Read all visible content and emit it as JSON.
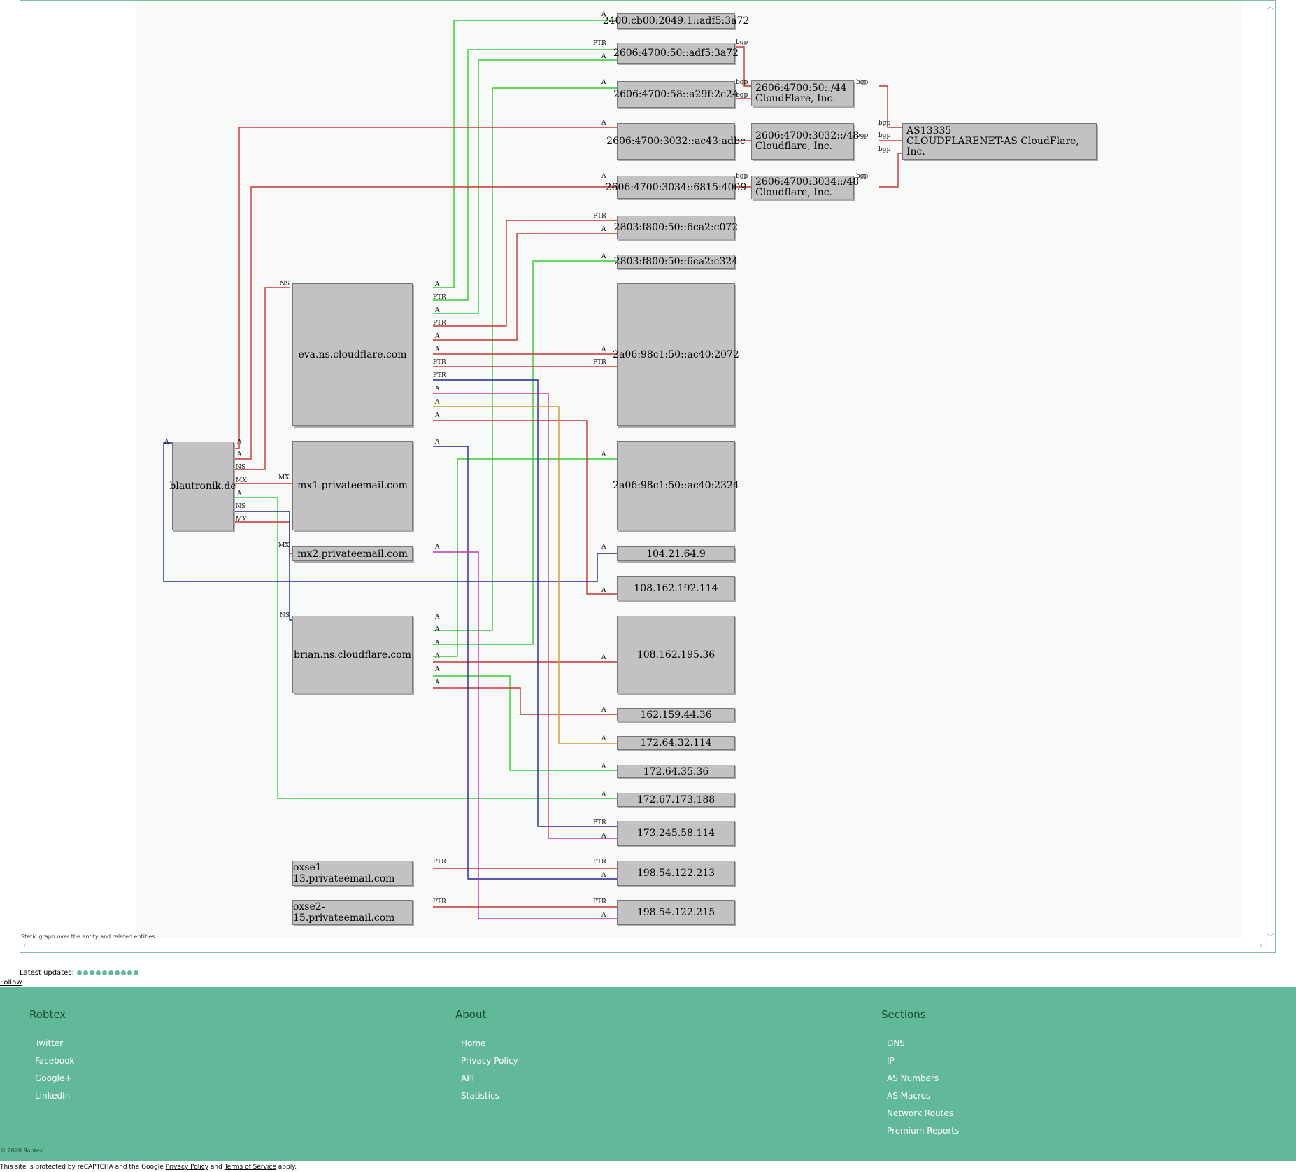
{
  "graph": {
    "caption": "Static graph over the entity and related entities",
    "nodes": {
      "blautronik": "blautronik.de",
      "eva": "eva.ns.cloudflare.com",
      "mx1": "mx1.privateemail.com",
      "mx2": "mx2.privateemail.com",
      "brian": "brian.ns.cloudflare.com",
      "oxse1": "oxse1-13.privateemail.com",
      "oxse2": "oxse2-15.privateemail.com",
      "ip_2400": "2400:cb00:2049:1::adf5:3a72",
      "ip_2606_50": "2606:4700:50::adf5:3a72",
      "ip_2606_58": "2606:4700:58::a29f:2c24",
      "ip_2606_3032": "2606:4700:3032::ac43:adbc",
      "ip_2606_3034": "2606:4700:3034::6815:4009",
      "ip_2803_c072": "2803:f800:50::6ca2:c072",
      "ip_2803_c324": "2803:f800:50::6ca2:c324",
      "ip_2a06_2072": "2a06:98c1:50::ac40:2072",
      "ip_2a06_2324": "2a06:98c1:50::ac40:2324",
      "ip_104": "104.21.64.9",
      "ip_108_192": "108.162.192.114",
      "ip_108_195": "108.162.195.36",
      "ip_162": "162.159.44.36",
      "ip_172_64_32": "172.64.32.114",
      "ip_172_64_35": "172.64.35.36",
      "ip_172_67": "172.67.173.188",
      "ip_173": "173.245.58.114",
      "ip_198_213": "198.54.122.213",
      "ip_198_215": "198.54.122.215",
      "net_44": [
        "2606:4700:50::/44",
        "CloudFlare, Inc."
      ],
      "net_3032": [
        "2606:4700:3032::/48",
        "Cloudflare, Inc."
      ],
      "net_3034": [
        "2606:4700:3034::/48",
        "Cloudflare, Inc."
      ],
      "as": [
        "AS13335",
        "CLOUDFLARENET-AS CloudFlare, Inc."
      ]
    },
    "edge_labels": {
      "a": "A",
      "ns": "NS",
      "mx": "MX",
      "ptr": "PTR",
      "bgp": "bgp"
    }
  },
  "updates": {
    "label": "Latest updates:",
    "dot_count": 10
  },
  "follow": "Follow",
  "footer": {
    "robtex": {
      "title": "Robtex",
      "links": [
        "Twitter",
        "Facebook",
        "Google+",
        "LinkedIn"
      ]
    },
    "about": {
      "title": "About",
      "links": [
        "Home",
        "Privacy Policy",
        "API",
        "Statistics"
      ]
    },
    "sections": {
      "title": "Sections",
      "links": [
        "DNS",
        "IP",
        "AS Numbers",
        "AS Macros",
        "Network Routes",
        "Premium Reports"
      ]
    },
    "copyright": "© 2020 Robtex"
  },
  "legal": {
    "prefix": "This site is protected by reCAPTCHA and the Google",
    "privacy": "Privacy Policy",
    "and": "and",
    "terms": "Terms of Service",
    "suffix": "apply."
  },
  "colors": {
    "accent": "#62b999",
    "edge_green": "#33cc33",
    "edge_red": "#cc3333",
    "edge_blue": "#222299",
    "edge_magenta": "#cc33aa",
    "edge_orange": "#cc9933"
  }
}
